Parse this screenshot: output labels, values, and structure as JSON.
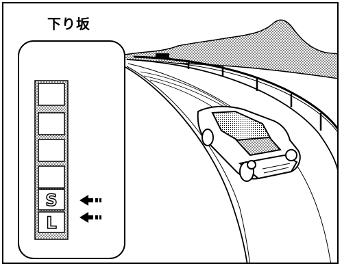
{
  "title": "下り坂",
  "gears": [
    "",
    "",
    "",
    "",
    "S",
    "L"
  ],
  "highlighted_gears": [
    "S",
    "L"
  ]
}
